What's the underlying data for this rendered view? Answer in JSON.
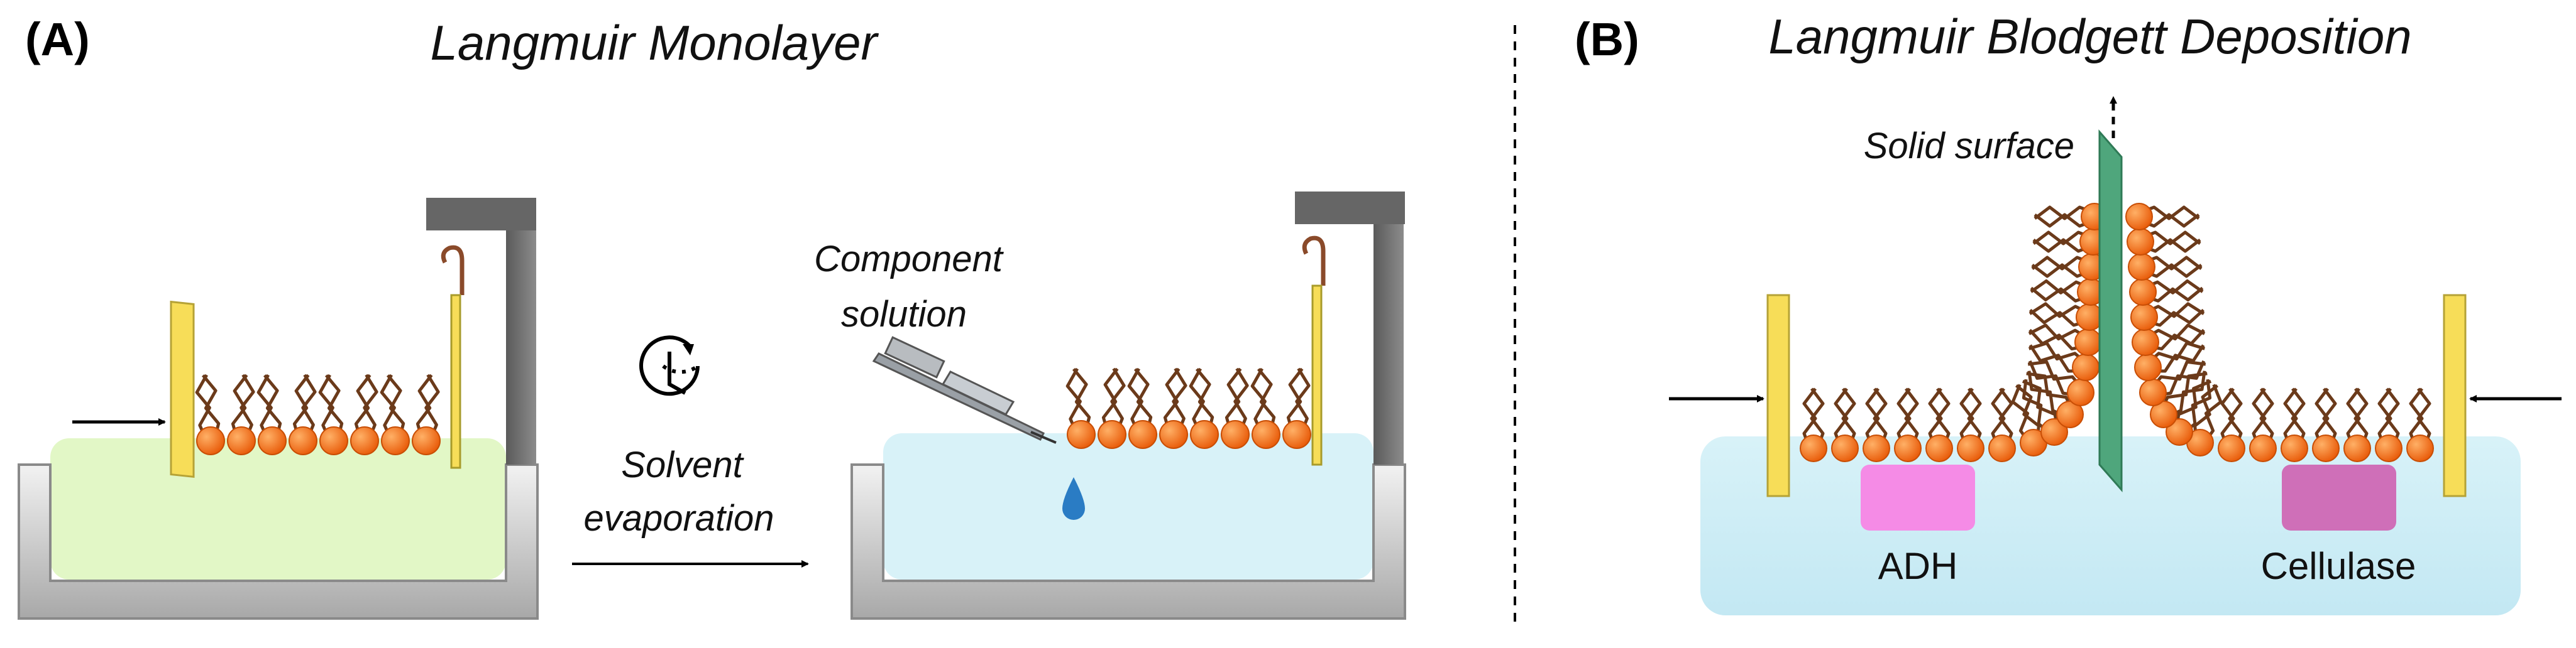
{
  "panel_a": {
    "label": "(A)",
    "title": "Langmuir Monolayer",
    "component_line1": "Component",
    "component_line2": "solution",
    "solvent_line1": "Solvent",
    "solvent_line2": "evaporation"
  },
  "panel_b": {
    "label": "(B)",
    "title": "Langmuir Blodgett Deposition",
    "solid_surface": "Solid surface",
    "enzyme_left": "ADH",
    "enzyme_right": "Cellulase"
  },
  "colors": {
    "subphase_green": "#e2f7c6",
    "subphase_blue": "#d8f2f8",
    "head_orange": "#f2690f",
    "tail_brown": "#6b3a1a",
    "barrier_yellow": "#f7dd58",
    "substrate_green": "#4fa67c",
    "adh_pink": "#f58be6",
    "cellulase_purple": "#cf6fb8",
    "drop_blue": "#2a7cc4"
  }
}
